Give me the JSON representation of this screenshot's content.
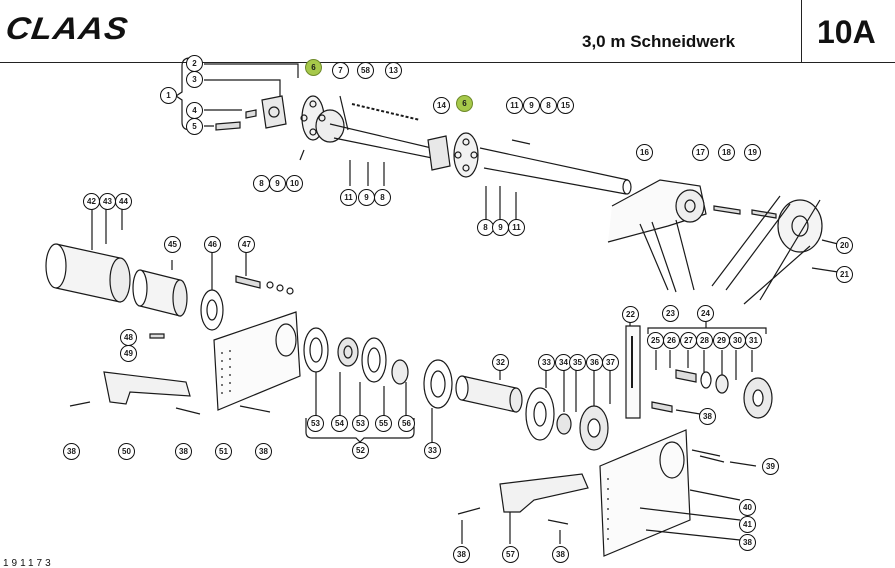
{
  "header": {
    "brand": "CLAAS",
    "title": "3,0 m Schneidwerk",
    "sheet": "10A"
  },
  "footer": {
    "doc_number": "191173"
  },
  "highlight_color": "#a6c84a",
  "callouts": {
    "c1": "1",
    "c2": "2",
    "c3": "3",
    "c4": "4",
    "c5": "5",
    "c6a": "6",
    "c6b": "6",
    "c7": "7",
    "c58": "58",
    "c13": "13",
    "c14": "14",
    "c11a": "11",
    "c9a": "9",
    "c8a": "8",
    "c15": "15",
    "c16": "16",
    "c17": "17",
    "c18": "18",
    "c19": "19",
    "c8b": "8",
    "c9b": "9",
    "c10": "10",
    "c11b": "11",
    "c9c": "9",
    "c8c": "8",
    "c8d": "8",
    "c9d": "9",
    "c11c": "11",
    "c42": "42",
    "c43": "43",
    "c44": "44",
    "c45": "45",
    "c46": "46",
    "c47": "47",
    "c20": "20",
    "c21": "21",
    "c23": "23",
    "c22": "22",
    "c24": "24",
    "c25": "25",
    "c26": "26",
    "c27": "27",
    "c28": "28",
    "c29": "29",
    "c30": "30",
    "c31": "31",
    "c48": "48",
    "c49": "49",
    "c32": "32",
    "c33a": "33",
    "c34": "34",
    "c35": "35",
    "c36": "36",
    "c37": "37",
    "c38a": "38",
    "c38b": "38",
    "c50": "50",
    "c38c": "38",
    "c51": "51",
    "c38d": "38",
    "c53a": "53",
    "c54": "54",
    "c53b": "53",
    "c55": "55",
    "c56": "56",
    "c52": "52",
    "c33b": "33",
    "c39": "39",
    "c40": "40",
    "c41": "41",
    "c38e": "38",
    "c38f": "38",
    "c57": "57",
    "c38g": "38"
  }
}
